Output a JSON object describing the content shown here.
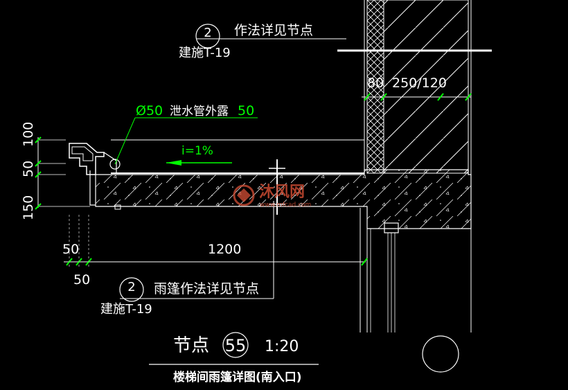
{
  "ref_top": {
    "circle_num": "2",
    "text": "作法详见节点",
    "sheet": "建施T-19"
  },
  "ref_bottom": {
    "circle_num": "2",
    "text": "雨篷作法详见节点",
    "sheet": "建施T-19"
  },
  "drain_note": {
    "prefix": "Ø50",
    "text": "泄水管外露",
    "length": "50"
  },
  "slope": "i=1%",
  "dims_top": [
    "80",
    "250/120"
  ],
  "dims_left": [
    "100",
    "50",
    "150"
  ],
  "dims_bottom": [
    "50",
    "50",
    "1200"
  ],
  "node": {
    "label": "节点",
    "number": "55",
    "scale": "1:20"
  },
  "caption": "楼梯间雨篷详图(南入口)",
  "watermark": {
    "cn": "沐风网",
    "url": "www.mfcad.com"
  },
  "colors": {
    "background": "#000000",
    "line": "#ffffff",
    "dimension_tick": "#00ff00",
    "watermark": "#c84a32"
  }
}
